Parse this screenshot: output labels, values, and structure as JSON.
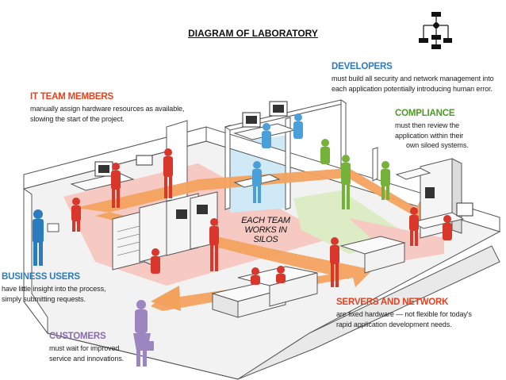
{
  "title": "DIAGRAM OF LABORATORY",
  "icons": {
    "corner": "flowchart-icon"
  },
  "colors": {
    "red_team": "#d9372b",
    "blue_team": "#4a9fd8",
    "green_team": "#74b23a",
    "purple_customer": "#9b86c0",
    "arrow": "#f3a25e",
    "zone_red": "#f7c9c3",
    "zone_blue": "#cfe9f7",
    "zone_green": "#dcecc4",
    "heading": "#e8401c",
    "heading_blue": "#2b7bbf",
    "heading_green": "#4d9a2a",
    "heading_purple": "#8a6bb0"
  },
  "center_label": {
    "line1": "EACH TEAM",
    "line2": "WORKS IN SILOS"
  },
  "callouts": {
    "it_team": {
      "heading": "IT TEAM MEMBERS",
      "line1": "manually assign hardware resources as available,",
      "line2": "slowing the start of the project."
    },
    "developers": {
      "heading": "DEVELOPERS",
      "line1": "must build all security and network management into",
      "line2": "each application potentially introducing human error."
    },
    "compliance": {
      "heading": "COMPLIANCE",
      "line1": "must then review the",
      "line2": "application within their",
      "line3": "own siloed systems."
    },
    "business": {
      "heading": "BUSINESS USERS",
      "line1": "have little insight into the process,",
      "line2": "simply submitting requests."
    },
    "servers": {
      "heading": "SERVERS AND NETWORK",
      "line1": "are fixed hardware — not flexible for today's",
      "line2": "rapid application development needs."
    },
    "customers": {
      "heading": "CUSTOMERS",
      "line1": "must wait for improved",
      "line2": "service and innovations."
    }
  }
}
